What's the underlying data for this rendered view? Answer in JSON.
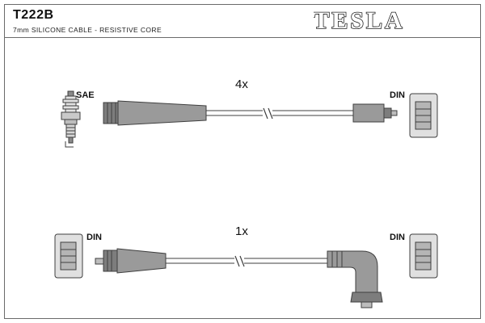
{
  "header": {
    "part_number": "T222B",
    "subtitle": "7mm SILICONE CABLE - RESISTIVE CORE",
    "brand": "TESLA"
  },
  "assemblies": [
    {
      "quantity": "4x",
      "left_connector": "SAE",
      "right_connector": "DIN"
    },
    {
      "quantity": "1x",
      "left_connector": "DIN",
      "right_connector": "DIN"
    }
  ],
  "colors": {
    "outline": "#3f3f3f",
    "boot_fill": "#9a9a9a",
    "boot_dark": "#6f6f6f",
    "block_fill": "#e0e0e0",
    "block_inner": "#b5b5b5",
    "wire_fill": "#ffffff"
  }
}
